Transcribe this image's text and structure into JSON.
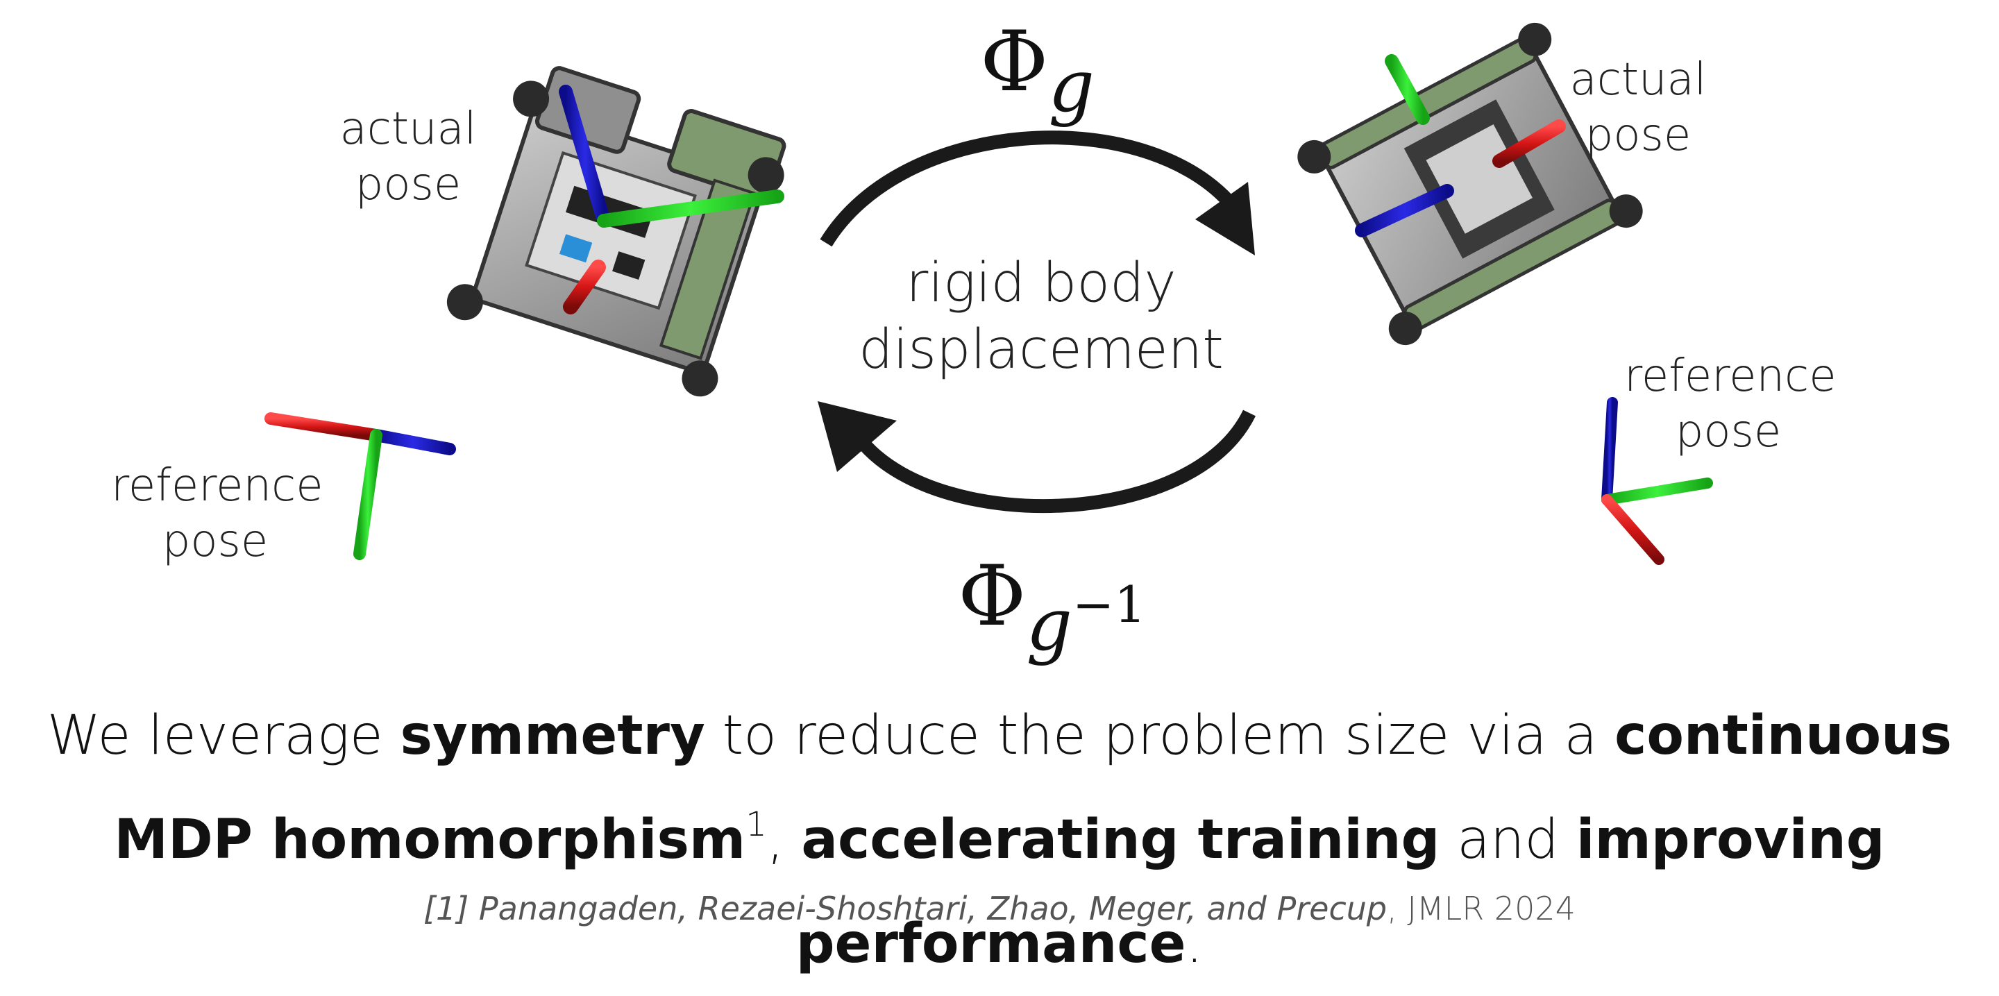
{
  "labels": {
    "left_actual": [
      "actual",
      "pose"
    ],
    "left_reference": [
      "reference",
      "pose"
    ],
    "right_actual": [
      "actual",
      "pose"
    ],
    "right_reference": [
      "reference",
      "pose"
    ],
    "center": [
      "rigid body",
      "displacement"
    ]
  },
  "maps": {
    "forward": {
      "symbol": "Φ",
      "subscript": "g"
    },
    "inverse": {
      "symbol": "Φ",
      "subscript": "g",
      "superscript": "−1"
    }
  },
  "sentence": {
    "p1": "We leverage ",
    "b1": "symmetry",
    "p2": " to reduce the problem size via a ",
    "b2": "continuous MDP homomorphism",
    "sup": "1",
    "p3": ", ",
    "b3": "accelerating training",
    "p4": " and ",
    "b4": "improving performance",
    "p5": "."
  },
  "citation": {
    "marker": "[1] ",
    "authors": "Panangaden, Rezaei-Shoshtari, Zhao, Meger, and Precup",
    "venue": ", JMLR 2024"
  },
  "colors": {
    "axis_x": "#d41515",
    "axis_y": "#22d622",
    "axis_z": "#1616c8",
    "arrow": "#1a1a1a",
    "robot_body": "#9a9a9a",
    "robot_dark": "#333333",
    "robot_green": "#7f9a6e"
  }
}
